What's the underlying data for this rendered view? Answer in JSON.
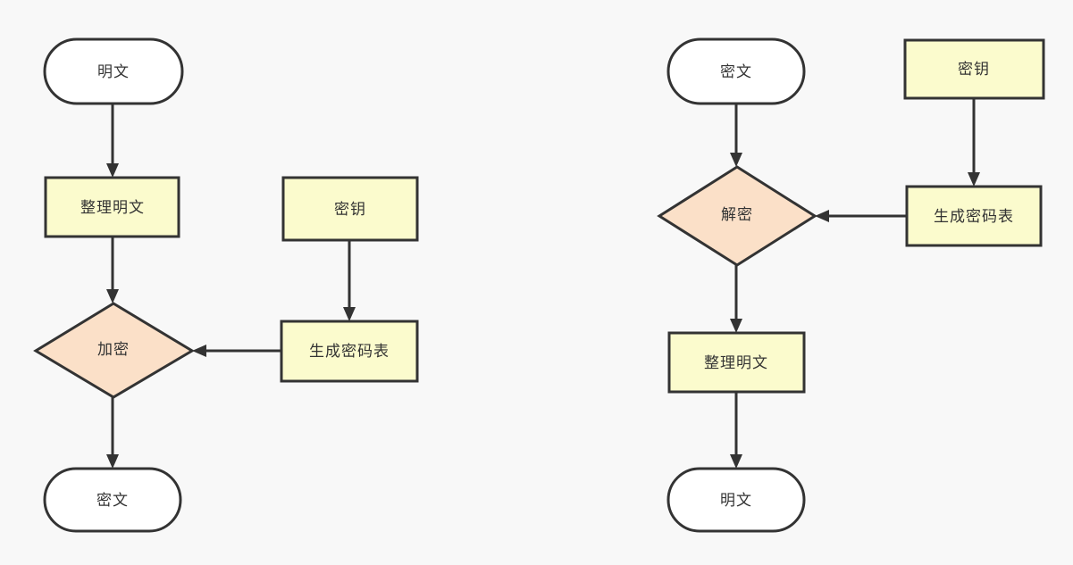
{
  "diagram": {
    "type": "flowchart",
    "background_color": "#f8f8f8",
    "palette": {
      "stadium_fill": "#ffffff",
      "rect_fill": "#fbfbcd",
      "diamond_fill": "#fbe0c8",
      "stroke": "#333333",
      "text": "#333333"
    },
    "charts": [
      {
        "id": "encryption-flow",
        "nodes": {
          "start": "明文",
          "prepare": "整理明文",
          "key": "密钥",
          "gentable": "生成密码表",
          "process": "加密",
          "end": "密文"
        }
      },
      {
        "id": "decryption-flow",
        "nodes": {
          "start": "密文",
          "key": "密钥",
          "gentable": "生成密码表",
          "process": "解密",
          "prepare": "整理明文",
          "end": "明文"
        }
      }
    ]
  }
}
